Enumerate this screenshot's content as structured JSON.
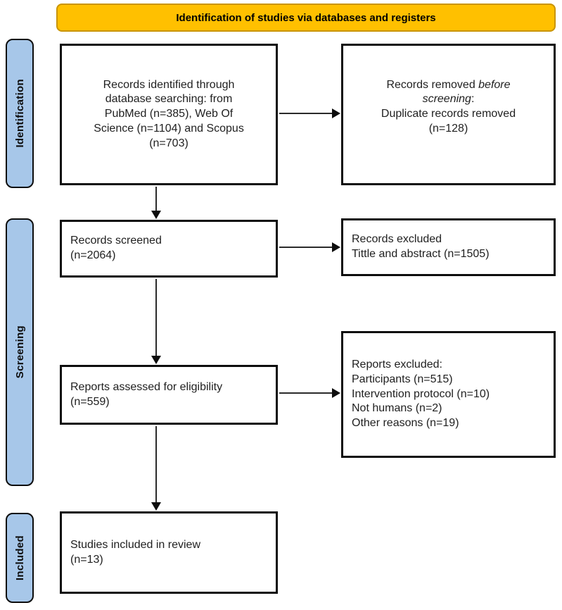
{
  "banner": {
    "label": "Identification of studies via databases and registers"
  },
  "stages": {
    "identification": "Identification",
    "screening": "Screening",
    "included": "Included"
  },
  "boxes": {
    "records_identified": {
      "lines": [
        "Records identified through",
        "database searching: from",
        "PubMed (n=385), Web Of",
        "Science (n=1104) and Scopus",
        "(n=703)"
      ]
    },
    "records_removed": {
      "prefix": "Records removed ",
      "italic_lines": [
        "before",
        "screening"
      ],
      "suffix": ":",
      "lines": [
        "Duplicate records removed",
        "(n=128)"
      ]
    },
    "records_screened": {
      "lines": [
        "Records screened",
        "(n=2064)"
      ]
    },
    "records_excluded": {
      "lines": [
        "Records excluded",
        "Tittle and abstract (n=1505)"
      ]
    },
    "reports_assessed": {
      "lines": [
        "Reports assessed for eligibility",
        "(n=559)"
      ]
    },
    "reports_excluded": {
      "lines": [
        "Reports excluded:",
        "Participants (n=515)",
        "Intervention protocol (n=10)",
        "Not humans (n=2)",
        "Other reasons (n=19)"
      ]
    },
    "studies_included": {
      "lines": [
        "Studies included in review",
        "(n=13)"
      ]
    }
  },
  "colors": {
    "banner_fill": "#FFC000",
    "banner_border": "#C99400",
    "stage_fill": "#A7C7E9",
    "box_border": "#0d0d0d",
    "arrow": "#2b2b2b"
  }
}
